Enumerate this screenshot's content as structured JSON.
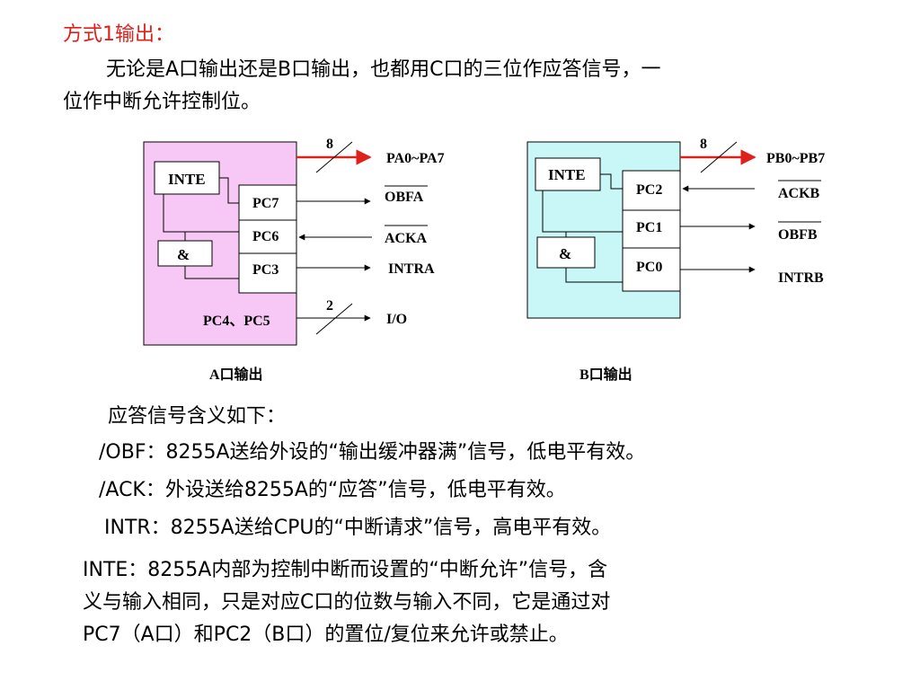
{
  "heading": "方式1输出：",
  "intro": {
    "line1": "无论是A口输出还是B口输出，也都用C口的三位作应答信号，一",
    "line2": "位作中断允许控制位。"
  },
  "diagram_a": {
    "box_color": "#f7c8f5",
    "inte": "INTE",
    "and_gate": "&",
    "pins": [
      "PC7",
      "PC6",
      "PC3"
    ],
    "bus_width": "8",
    "bus_label": "PA0~PA7",
    "signals": [
      "OBFA",
      "ACKA",
      "INTRA"
    ],
    "io_width": "2",
    "io_pins": "PC4、PC5",
    "io_label": "I/O",
    "caption": "A口输出"
  },
  "diagram_b": {
    "box_color": "#c9f6f6",
    "inte": "INTE",
    "and_gate": "&",
    "pins": [
      "PC2",
      "PC1",
      "PC0"
    ],
    "bus_width": "8",
    "bus_label": "PB0~PB7",
    "signals": [
      "ACKB",
      "OBFB",
      "INTRB"
    ],
    "caption": "B口输出"
  },
  "arrow_color": "#e0201a",
  "section_title": "应答信号含义如下：",
  "definitions": [
    "/OBF：8255A送给外设的“输出缓冲器满”信号，低电平有效。",
    "/ACK：外设送给8255A的“应答”信号，低电平有效。",
    "INTR：8255A送给CPU的“中断请求”信号，高电平有效。"
  ],
  "inte_note": {
    "line1": "INTE：8255A内部为控制中断而设置的“中断允许”信号，含",
    "line2": "义与输入相同，只是对应C口的位数与输入不同，它是通过对",
    "line3": "PC7（A口）和PC2（B口）的置位/复位来允许或禁止。"
  }
}
